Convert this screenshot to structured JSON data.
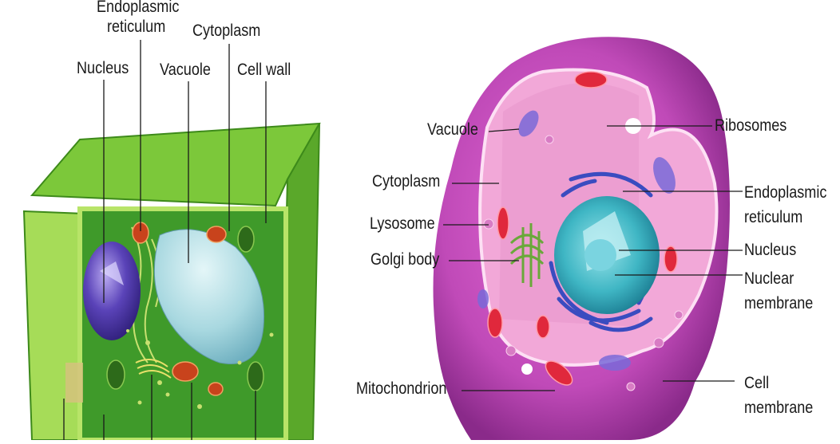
{
  "plant_cell": {
    "labels": {
      "endoplasmic_line1": "Endoplasmic",
      "endoplasmic_line2": "reticulum",
      "cytoplasm": "Cytoplasm",
      "nucleus": "Nucleus",
      "vacuole": "Vacuole",
      "cell_wall": "Cell wall"
    },
    "colors": {
      "wall": "#5fb82a",
      "interior": "#3f9a2a",
      "nucleus": "#5a43b8",
      "vacuole": "#a8d8e0",
      "mitochondrion": "#c8431c"
    }
  },
  "animal_cell": {
    "labels": {
      "vacuole": "Vacuole",
      "cytoplasm": "Cytoplasm",
      "lysosome": "Lysosome",
      "golgi_body": "Golgi body",
      "mitochondrion": "Mitochondrion",
      "ribosomes": "Ribosomes",
      "endoplasmic_line1": "Endoplasmic",
      "endoplasmic_line2": "reticulum",
      "nucleus": "Nucleus",
      "nuclear_membrane_line1": "Nuclear",
      "nuclear_membrane_line2": "membrane",
      "cell_membrane_line1": "Cell",
      "cell_membrane_line2": "membrane"
    },
    "colors": {
      "membrane": "#c04ab8",
      "cytoplasm": "#f2a8d8",
      "nucleus": "#3fb6c4",
      "golgi": "#6aa83a",
      "er": "#3a4cc0"
    }
  }
}
